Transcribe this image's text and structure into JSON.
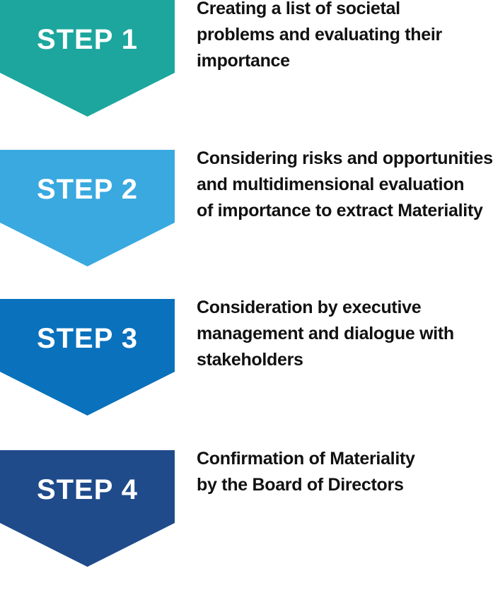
{
  "diagram": {
    "text_color": "#111111",
    "label_color": "#ffffff",
    "steps": [
      {
        "label": "STEP 1",
        "color": "#1CA69E",
        "description": "Creating a list of societal\nproblems and evaluating their\nimportance"
      },
      {
        "label": "STEP 2",
        "color": "#39A9E0",
        "description": "Considering risks and opportunities\nand multidimensional evaluation\nof importance to extract Materiality"
      },
      {
        "label": "STEP 3",
        "color": "#0A71BC",
        "description": "Consideration by executive\nmanagement and dialogue with\nstakeholders"
      },
      {
        "label": "STEP 4",
        "color": "#1F4B8B",
        "description": "Confirmation of Materiality\nby the Board of Directors"
      }
    ]
  }
}
